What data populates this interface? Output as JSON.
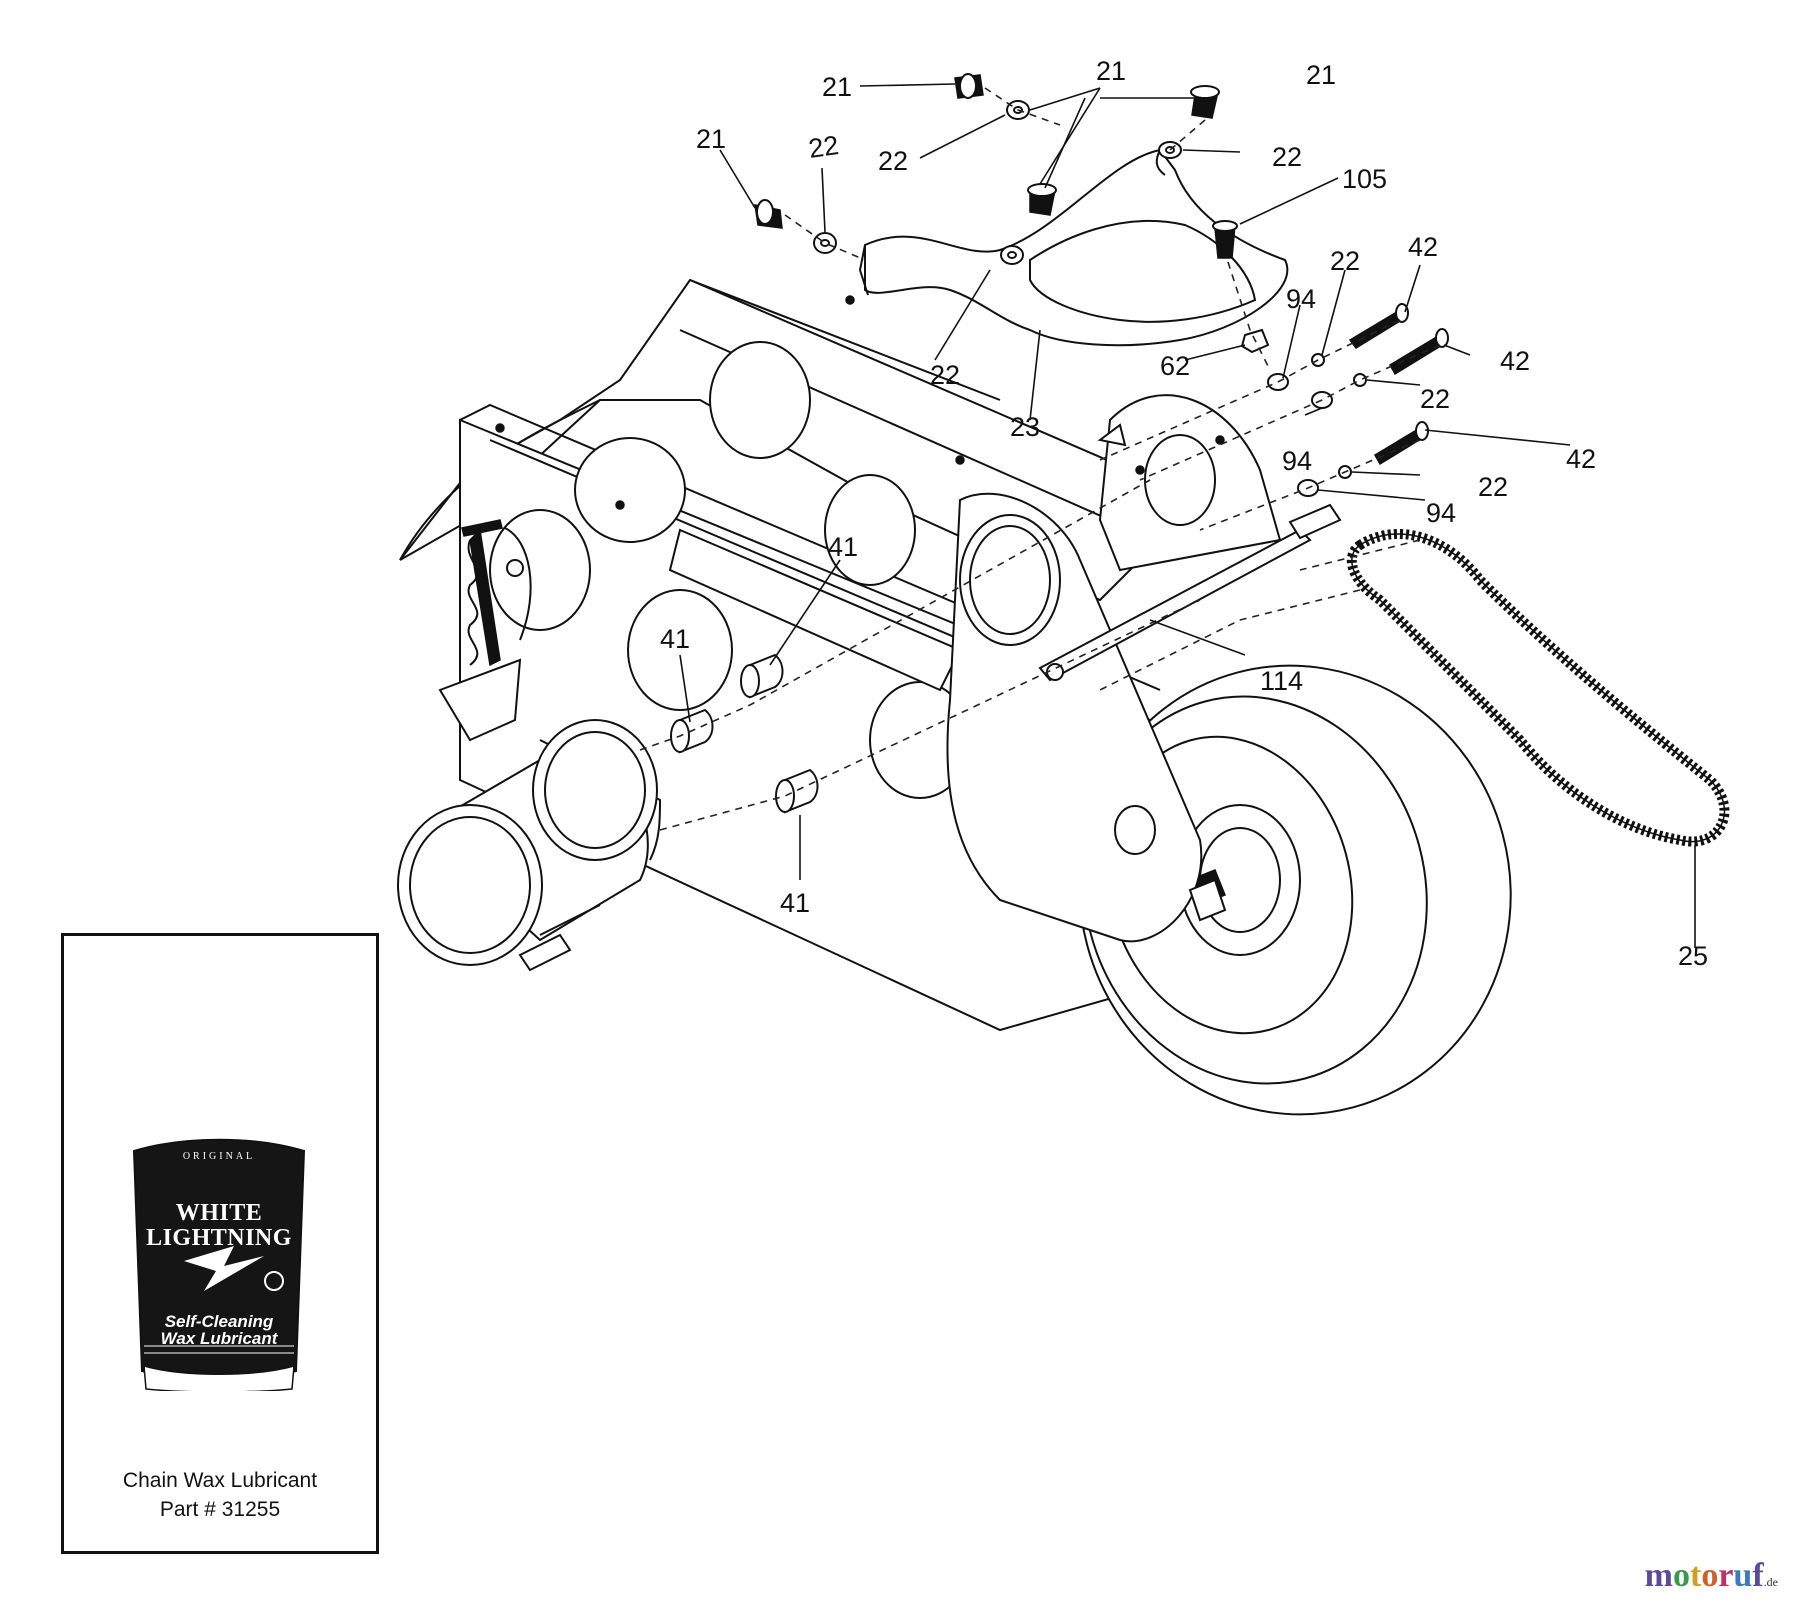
{
  "callouts": {
    "c21a": "21",
    "c21b": "21",
    "c21c": "21",
    "c21d": "21",
    "c22a": "22",
    "c22b": "22",
    "c22c": "22",
    "c22d": "22",
    "c22e": "22",
    "c22f": "22",
    "c22g": "22",
    "c23": "23",
    "c25": "25",
    "c41a": "41",
    "c41b": "41",
    "c41c": "41",
    "c42a": "42",
    "c42b": "42",
    "c42c": "42",
    "c62": "62",
    "c94a": "94",
    "c94b": "94",
    "c94c": "94",
    "c105": "105",
    "c114": "114"
  },
  "inset": {
    "product_top": "ORIGINAL",
    "product_brand_1": "WHITE",
    "product_brand_2": "LIGHTNING",
    "product_sub_1": "Self-Cleaning",
    "product_sub_2": "Wax Lubricant",
    "caption_line1": "Chain Wax Lubricant",
    "caption_line2": "Part # 31255"
  },
  "logo": {
    "letters": [
      "m",
      "o",
      "t",
      "o",
      "r",
      "u",
      "f"
    ],
    "letter_colors": [
      "#5b4b9a",
      "#3a9a4a",
      "#d0a020",
      "#d0602a",
      "#c03060",
      "#3a7ac0",
      "#5b4b9a"
    ],
    "tld": ".de"
  }
}
